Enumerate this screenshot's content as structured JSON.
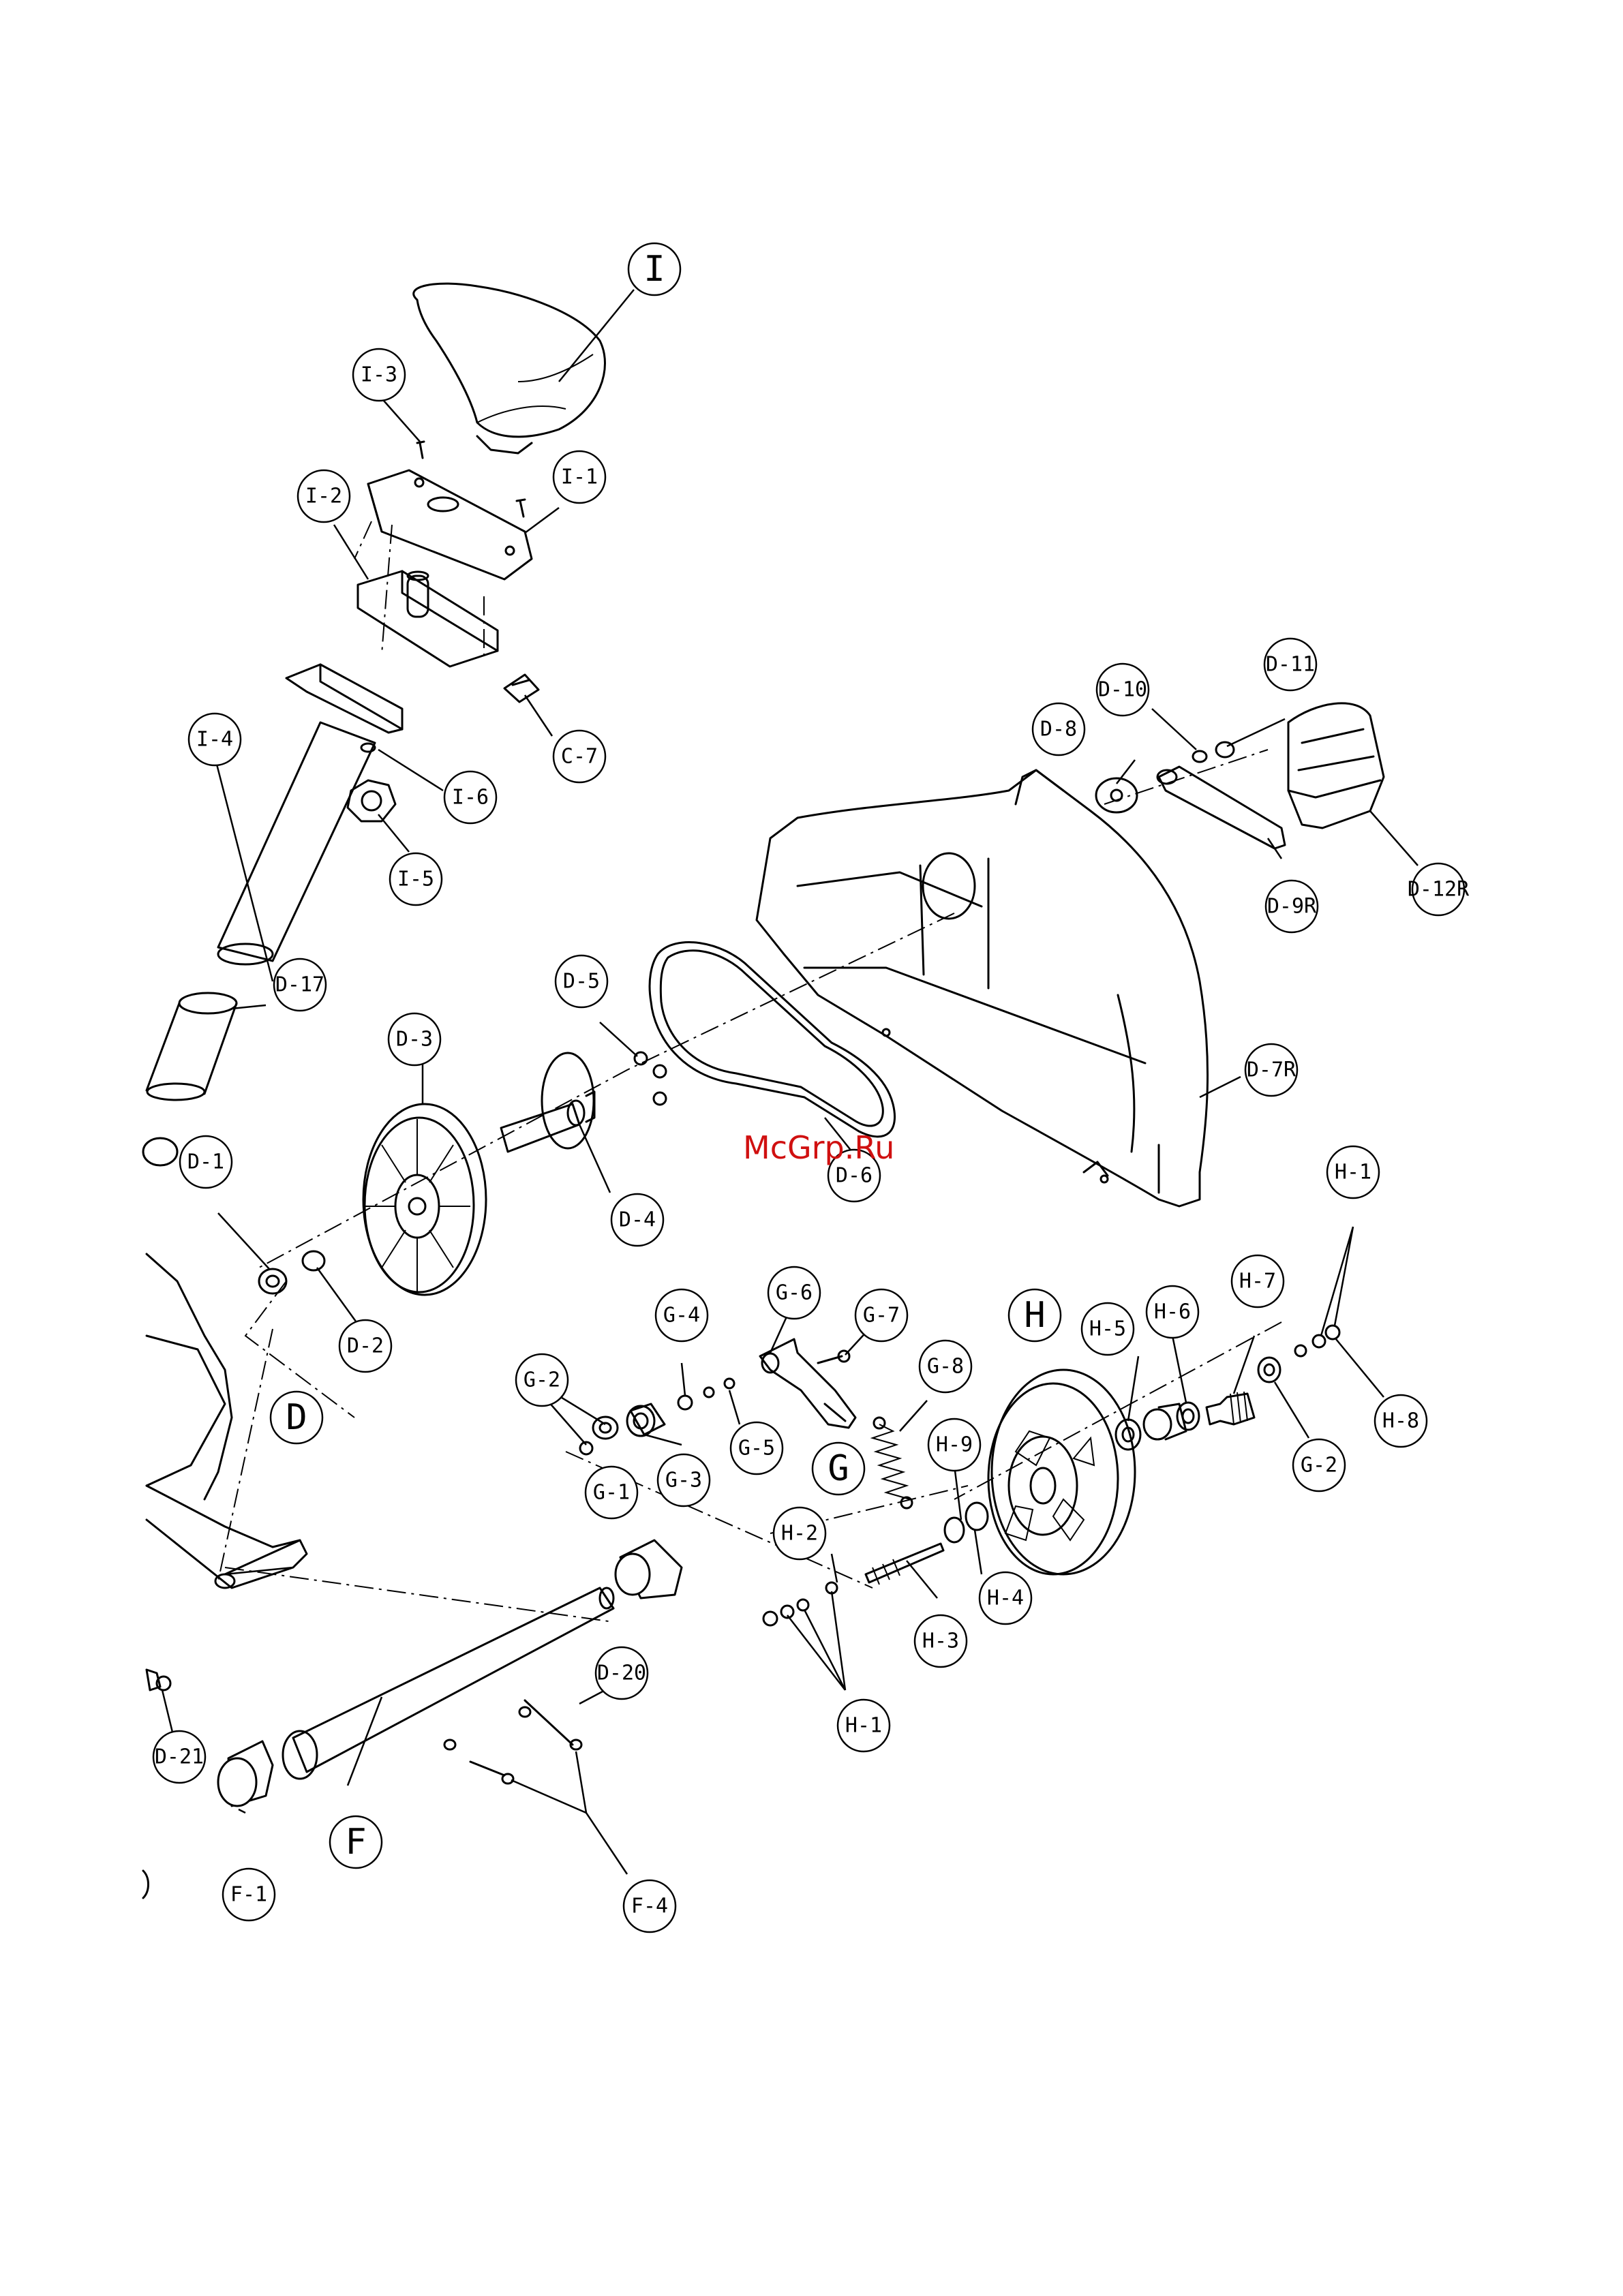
{
  "watermark": "McGrp.Ru",
  "labels": {
    "I": "I",
    "I1": "I-1",
    "I2": "I-2",
    "I3": "I-3",
    "I4": "I-4",
    "I5": "I-5",
    "I6": "I-6",
    "C7": "C-7",
    "D": "D",
    "D1": "D-1",
    "D2": "D-2",
    "D3": "D-3",
    "D4": "D-4",
    "D5": "D-5",
    "D6": "D-6",
    "D7R": "D-7R",
    "D8": "D-8",
    "D9R": "D-9R",
    "D10": "D-10",
    "D11": "D-11",
    "D12R": "D-12R",
    "D17": "D-17",
    "D20": "D-20",
    "D21": "D-21",
    "F": "F",
    "F1": "F-1",
    "F4": "F-4",
    "G": "G",
    "G1": "G-1",
    "G2a": "G-2",
    "G2b": "G-2",
    "G3": "G-3",
    "G4": "G-4",
    "G5": "G-5",
    "G6": "G-6",
    "G7": "G-7",
    "G8": "G-8",
    "H": "H",
    "H1a": "H-1",
    "H1b": "H-1",
    "H2": "H-2",
    "H3": "H-3",
    "H4": "H-4",
    "H5": "H-5",
    "H6": "H-6",
    "H7": "H-7",
    "H8": "H-8",
    "H9": "H-9"
  }
}
